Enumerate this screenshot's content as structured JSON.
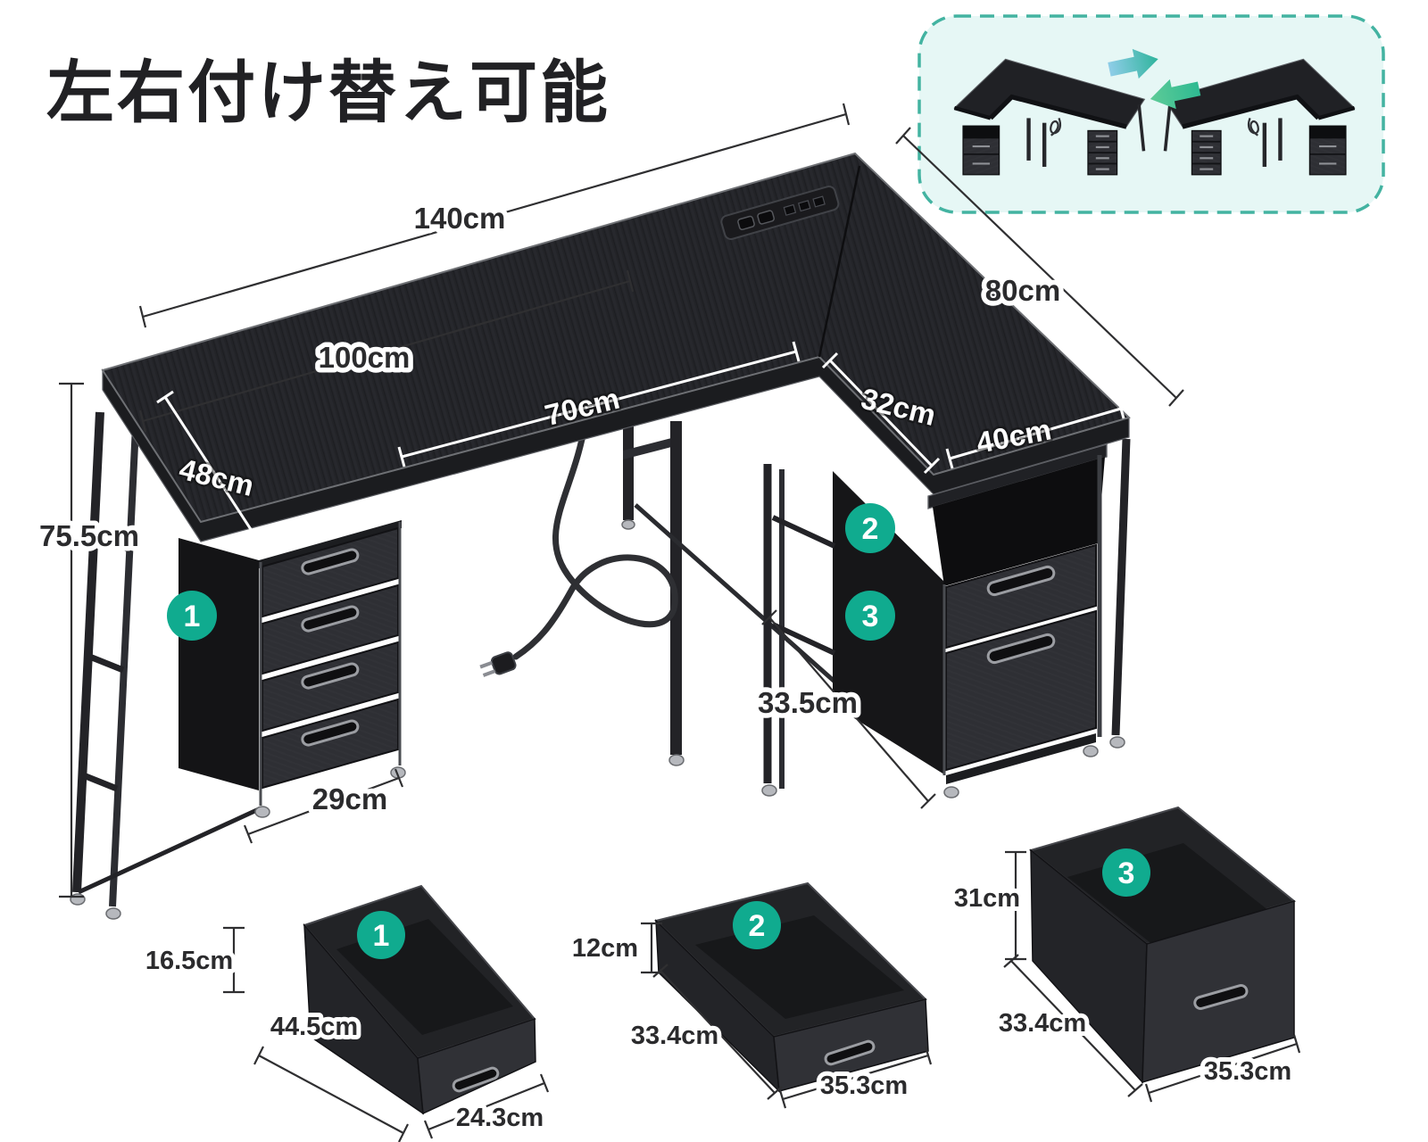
{
  "title": "左右付け替え可能",
  "colors": {
    "accent_teal": "#10ab8f",
    "inset_background": "#e6f7f5",
    "inset_border": "#43b3a1",
    "desk_surface": "#232428",
    "metal_frame": "#3a3c41",
    "dim_line_dark": "#2f2f31",
    "dim_line_light": "#ffffff"
  },
  "inset": {
    "icons": {
      "left_desk": "mini-l-desk-mirrored",
      "right_desk": "mini-l-desk",
      "swap": "swap-arrows"
    }
  },
  "main_diagram": {
    "dimensions": {
      "total_width": "140cm",
      "main_width": "100cm",
      "wing_length": "80cm",
      "desk_depth": "48cm",
      "knee_space": "70cm",
      "wing_inner": "32cm",
      "wing_depth": "40cm",
      "height": "75.5cm",
      "drawer_unit_width": "29cm",
      "cabinet_depth": "33.5cm"
    },
    "markers": {
      "one": "1",
      "two": "2",
      "three": "3"
    }
  },
  "drawer_boxes": [
    {
      "marker": "1",
      "height": "16.5cm",
      "depth": "44.5cm",
      "width": "24.3cm"
    },
    {
      "marker": "2",
      "height": "12cm",
      "depth": "33.4cm",
      "width": "35.3cm"
    },
    {
      "marker": "3",
      "height": "31cm",
      "depth": "33.4cm",
      "width": "35.3cm"
    }
  ]
}
